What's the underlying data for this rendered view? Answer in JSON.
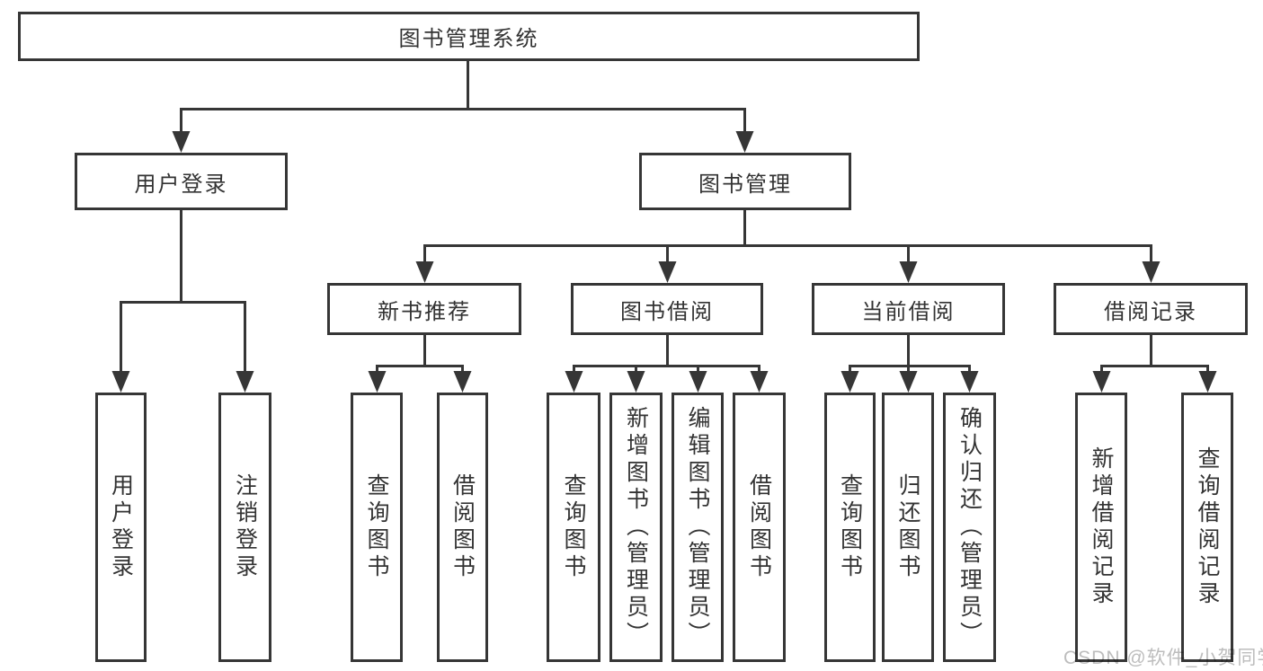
{
  "tree": {
    "root": {
      "label": "图书管理系统",
      "children": [
        {
          "label": "用户登录",
          "children": [
            {
              "label": "用户登录"
            },
            {
              "label": "注销登录"
            }
          ]
        },
        {
          "label": "图书管理",
          "children": [
            {
              "label": "新书推荐",
              "children": [
                {
                  "label": "查询图书"
                },
                {
                  "label": "借阅图书"
                }
              ]
            },
            {
              "label": "图书借阅",
              "children": [
                {
                  "label": "查询图书"
                },
                {
                  "label": "新增图书（管理员）"
                },
                {
                  "label": "编辑图书（管理员）"
                },
                {
                  "label": "借阅图书"
                }
              ]
            },
            {
              "label": "当前借阅",
              "children": [
                {
                  "label": "查询图书"
                },
                {
                  "label": "归还图书"
                },
                {
                  "label": "确认归还（管理员）"
                }
              ]
            },
            {
              "label": "借阅记录",
              "children": [
                {
                  "label": "新增借阅记录"
                },
                {
                  "label": "查询借阅记录"
                }
              ]
            }
          ]
        }
      ]
    }
  },
  "watermark": {
    "text": "CSDN @软件_小贺同学"
  },
  "colors": {
    "line": "#363636",
    "text": "#333333",
    "background": "#ffffff",
    "watermark": "#bdbdbd"
  }
}
